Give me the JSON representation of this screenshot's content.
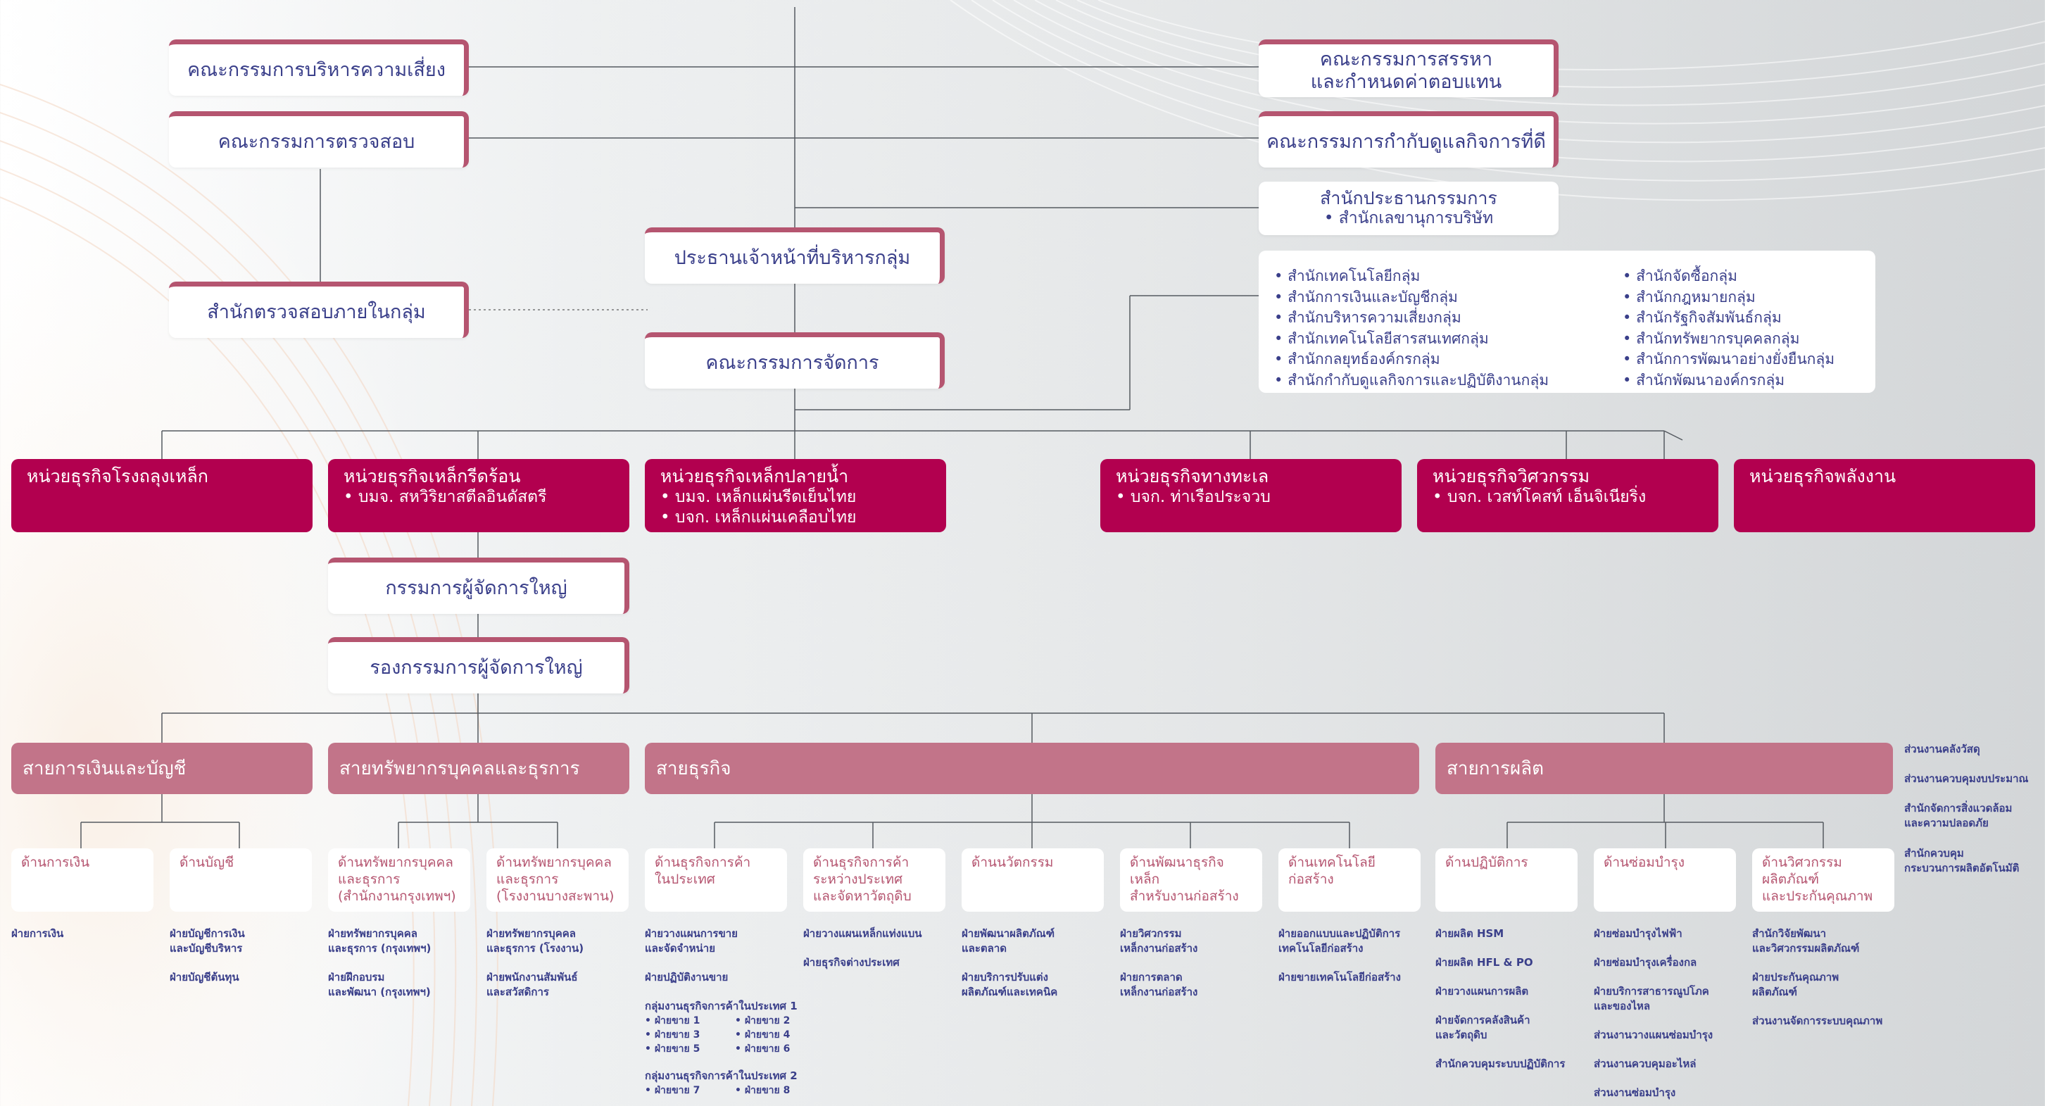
{
  "board_committees": {
    "risk": "คณะกรรมการบริหารความเสี่ยง",
    "audit": "คณะกรรมการตรวจสอบ",
    "nomination_line1": "คณะกรรมการสรรหา",
    "nomination_line2": "และกำหนดค่าตอบแทน",
    "governance": "คณะกรรมการกำกับดูแลกิจการที่ดี",
    "chair_office": "สำนักประธานกรรมการ",
    "chair_office_sub": "• สำนักเลขานุการบริษัท"
  },
  "internal_audit": "สำนักตรวจสอบภายในกลุ่ม",
  "group_ceo": "ประธานเจ้าหน้าที่บริหารกลุ่ม",
  "management_committee": "คณะกรรมการจัดการ",
  "group_offices": {
    "left": [
      "สำนักเทคโนโลยีกลุ่ม",
      "สำนักการเงินและบัญชีกลุ่ม",
      "สำนักบริหารความเสี่ยงกลุ่ม",
      "สำนักเทคโนโลยีสารสนเทศกลุ่ม",
      "สำนักกลยุทธ์องค์กรกลุ่ม",
      "สำนักกำกับดูแลกิจการและปฏิบัติงานกลุ่ม"
    ],
    "right": [
      "สำนักจัดซื้อกลุ่ม",
      "สำนักกฎหมายกลุ่ม",
      "สำนักรัฐกิจสัมพันธ์กลุ่ม",
      "สำนักทรัพยากรบุคคลกลุ่ม",
      "สำนักการพัฒนาอย่างยั่งยืนกลุ่ม",
      "สำนักพัฒนาองค์กรกลุ่ม"
    ]
  },
  "business_units": [
    {
      "title": "หน่วยธุรกิจโรงถลุงเหล็ก",
      "lines": []
    },
    {
      "title": "หน่วยธุรกิจเหล็กรีดร้อน",
      "lines": [
        "• บมจ. สหวิริยาสตีลอินดัสตรี"
      ]
    },
    {
      "title": "หน่วยธุรกิจเหล็กปลายน้ำ",
      "lines": [
        "• บมจ. เหล็กแผ่นรีดเย็นไทย",
        "• บจก. เหล็กแผ่นเคลือบไทย"
      ]
    },
    {
      "title": "หน่วยธุรกิจทางทะเล",
      "lines": [
        "• บจก. ท่าเรือประจวบ"
      ]
    },
    {
      "title": "หน่วยธุรกิจวิศวกรรม",
      "lines": [
        "• บจก. เวสท์โคสท์ เอ็นจิเนียริ่ง"
      ]
    },
    {
      "title": "หน่วยธุรกิจพลังงาน",
      "lines": []
    }
  ],
  "president": "กรรมการผู้จัดการใหญ่",
  "vice_president": "รองกรรมการผู้จัดการใหญ่",
  "divisions": {
    "finance": "สายการเงินและบัญชี",
    "hr": "สายทรัพยากรบุคคลและธุรการ",
    "business": "สายธุรกิจ",
    "production": "สายการผลิต"
  },
  "departments": [
    {
      "label": "ด้านการเงิน"
    },
    {
      "label": "ด้านบัญชี"
    },
    {
      "label": "ด้านทรัพยากรบุคคล\nและธุรการ\n(สำนักงานกรุงเทพฯ)"
    },
    {
      "label": "ด้านทรัพยากรบุคคล\nและธุรการ\n(โรงงานบางสะพาน)"
    },
    {
      "label": "ด้านธุรกิจการค้า\nในประเทศ"
    },
    {
      "label": "ด้านธุรกิจการค้า\nระหว่างประเทศ\nและจัดหาวัตถุดิบ"
    },
    {
      "label": "ด้านนวัตกรรม"
    },
    {
      "label": "ด้านพัฒนาธุรกิจเหล็ก\nสำหรับงานก่อสร้าง"
    },
    {
      "label": "ด้านเทคโนโลยีก่อสร้าง"
    },
    {
      "label": "ด้านปฏิบัติการ"
    },
    {
      "label": "ด้านซ่อมบำรุง"
    },
    {
      "label": "ด้านวิศวกรรม\nผลิตภัณฑ์\nและประกันคุณภาพ"
    }
  ],
  "units": {
    "finance": [
      "ฝ่ายการเงิน"
    ],
    "accounting": [
      "ฝ่ายบัญชีการเงิน\nและบัญชีบริหาร",
      "ฝ่ายบัญชีต้นทุน"
    ],
    "hr_bkk": [
      "ฝ่ายทรัพยากรบุคคล\nและธุรการ (กรุงเทพฯ)",
      "ฝ่ายฝึกอบรม\nและพัฒนา (กรุงเทพฯ)"
    ],
    "hr_plant": [
      "ฝ่ายทรัพยากรบุคคล\nและธุรการ (โรงงาน)",
      "ฝ่ายพนักงานสัมพันธ์\nและสวัสดิการ"
    ],
    "domestic": [
      "ฝ่ายวางแผนการขาย\nและจัดจำหน่าย",
      "ฝ่ายปฏิบัติงานขาย"
    ],
    "domestic_group1_title": "กลุ่มงานธุรกิจการค้าในประเทศ 1",
    "domestic_group1_items": [
      "• ฝ่ายขาย 1",
      "• ฝ่ายขาย 2",
      "• ฝ่ายขาย 3",
      "• ฝ่ายขาย 4",
      "• ฝ่ายขาย 5",
      "• ฝ่ายขาย 6"
    ],
    "domestic_group2_title": "กลุ่มงานธุรกิจการค้าในประเทศ 2",
    "domestic_group2_items": [
      "• ฝ่ายขาย 7",
      "• ฝ่ายขาย 8"
    ],
    "international": [
      "ฝ่ายวางแผนเหล็กแท่งแบน",
      "ฝ่ายธุรกิจต่างประเทศ"
    ],
    "innovation": [
      "ฝ่ายพัฒนาผลิตภัณฑ์\nและตลาด",
      "ฝ่ายบริการปรับแต่ง\nผลิตภัณฑ์และเทคนิค"
    ],
    "construction_steel": [
      "ฝ่ายวิศวกรรม\nเหล็กงานก่อสร้าง",
      "ฝ่ายการตลาด\nเหล็กงานก่อสร้าง"
    ],
    "construction_tech": [
      "ฝ่ายออกแบบและปฏิบัติการ\nเทคโนโลยีก่อสร้าง",
      "ฝ่ายขายเทคโนโลยีก่อสร้าง"
    ],
    "operations": [
      "ฝ่ายผลิต HSM",
      "ฝ่ายผลิต HFL & PO",
      "ฝ่ายวางแผนการผลิต",
      "ฝ่ายจัดการคลังสินค้า\nและวัตถุดิบ",
      "สำนักควบคุมระบบปฏิบัติการ"
    ],
    "maintenance": [
      "ฝ่ายซ่อมบำรุงไฟฟ้า",
      "ฝ่ายซ่อมบำรุงเครื่องกล",
      "ฝ่ายบริการสาธารณูปโภค\nและของไหล",
      "ส่วนงานวางแผนซ่อมบำรุง",
      "ส่วนงานควบคุมอะไหล่",
      "ส่วนงานซ่อมบำรุง"
    ],
    "engineering": [
      "สำนักวิจัยพัฒนา\nและวิศวกรรมผลิตภัณฑ์",
      "ฝ่ายประกันคุณภาพ\nผลิตภัณฑ์",
      "ส่วนงานจัดการระบบคุณภาพ"
    ]
  },
  "side_notes": [
    "ส่วนงานคลังวัสดุ",
    "ส่วนงานควบคุมงบประมาณ",
    "สำนักจัดการสิ่งแวดล้อม\nและความปลอดภัย",
    "สำนักควบคุม\nกระบวนการผลิตอัตโนมัติ"
  ],
  "colors": {
    "maroon": "#b2004f",
    "rose": "#c27489",
    "accent_border": "#b55570",
    "text_navy": "#3a3f8a"
  }
}
